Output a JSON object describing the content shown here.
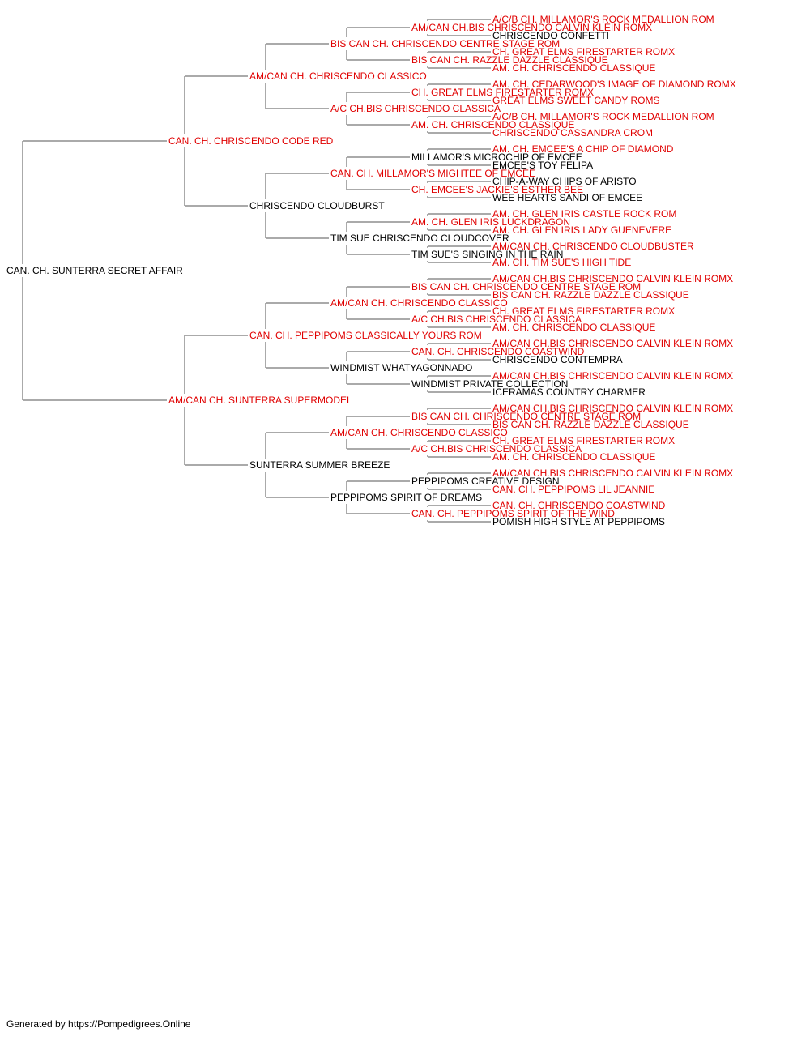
{
  "colors": {
    "titled": "#e00000",
    "untitled": "#000000",
    "line": "#555555"
  },
  "pedigree": {
    "name": "CAN. CH. SUNTERRA SECRET AFFAIR",
    "titled": false,
    "sire": {
      "name": "CAN. CH. CHRISCENDO CODE RED",
      "titled": true,
      "sire": {
        "name": "AM/CAN CH. CHRISCENDO CLASSICO",
        "titled": true,
        "sire": {
          "name": "BIS CAN CH. CHRISCENDO CENTRE STAGE ROM",
          "titled": true,
          "sire": {
            "name": "AM/CAN CH.BIS CHRISCENDO CALVIN KLEIN ROMX",
            "titled": true,
            "sire": {
              "name": "A/C/B CH. MILLAMOR'S ROCK MEDALLION ROM",
              "titled": true
            },
            "dam": {
              "name": "CHRISCENDO CONFETTI",
              "titled": false
            }
          },
          "dam": {
            "name": "BIS CAN CH. RAZZLE DAZZLE CLASSIQUE",
            "titled": true,
            "sire": {
              "name": "CH. GREAT ELMS FIRESTARTER ROMX",
              "titled": true
            },
            "dam": {
              "name": "AM. CH. CHRISCENDO CLASSIQUE",
              "titled": true
            }
          }
        },
        "dam": {
          "name": "A/C CH.BIS CHRISCENDO CLASSICA",
          "titled": true,
          "sire": {
            "name": "CH. GREAT ELMS FIRESTARTER ROMX",
            "titled": true,
            "sire": {
              "name": "AM. CH. CEDARWOOD'S IMAGE OF DIAMOND ROMX",
              "titled": true
            },
            "dam": {
              "name": "GREAT ELMS SWEET CANDY ROMS",
              "titled": true
            }
          },
          "dam": {
            "name": "AM. CH. CHRISCENDO CLASSIQUE",
            "titled": true,
            "sire": {
              "name": "A/C/B CH. MILLAMOR'S ROCK MEDALLION ROM",
              "titled": true
            },
            "dam": {
              "name": "CHRISCENDO CASSANDRA CROM",
              "titled": true
            }
          }
        }
      },
      "dam": {
        "name": "CHRISCENDO CLOUDBURST",
        "titled": false,
        "sire": {
          "name": "CAN. CH. MILLAMOR'S MIGHTEE OF EMCEE",
          "titled": true,
          "sire": {
            "name": "MILLAMOR'S MICROCHIP OF EMCEE",
            "titled": false,
            "sire": {
              "name": "AM. CH. EMCEE'S A CHIP OF DIAMOND",
              "titled": true
            },
            "dam": {
              "name": "EMCEE'S TOY FELIPA",
              "titled": false
            }
          },
          "dam": {
            "name": "CH. EMCEE'S JACKIE'S ESTHER BEE",
            "titled": true,
            "sire": {
              "name": "CHIP-A-WAY CHIPS OF ARISTO",
              "titled": false
            },
            "dam": {
              "name": "WEE HEARTS SANDI OF EMCEE",
              "titled": false
            }
          }
        },
        "dam": {
          "name": "TIM SUE CHRISCENDO CLOUDCOVER",
          "titled": false,
          "sire": {
            "name": "AM. CH. GLEN IRIS LUCKDRAGON",
            "titled": true,
            "sire": {
              "name": "AM. CH. GLEN IRIS CASTLE ROCK ROM",
              "titled": true
            },
            "dam": {
              "name": "AM. CH. GLEN IRIS LADY GUENEVERE",
              "titled": true
            }
          },
          "dam": {
            "name": "TIM SUE'S SINGING IN THE RAIN",
            "titled": false,
            "sire": {
              "name": "AM/CAN CH. CHRISCENDO CLOUDBUSTER",
              "titled": true
            },
            "dam": {
              "name": "AM. CH. TIM SUE'S HIGH TIDE",
              "titled": true
            }
          }
        }
      }
    },
    "dam": {
      "name": "AM/CAN CH. SUNTERRA SUPERMODEL",
      "titled": true,
      "sire": {
        "name": "CAN. CH. PEPPIPOMS CLASSICALLY YOURS ROM",
        "titled": true,
        "sire": {
          "name": "AM/CAN CH. CHRISCENDO CLASSICO",
          "titled": true,
          "sire": {
            "name": "BIS CAN CH. CHRISCENDO CENTRE STAGE ROM",
            "titled": true,
            "sire": {
              "name": "AM/CAN CH.BIS CHRISCENDO CALVIN KLEIN ROMX",
              "titled": true
            },
            "dam": {
              "name": "BIS CAN CH. RAZZLE DAZZLE CLASSIQUE",
              "titled": true
            }
          },
          "dam": {
            "name": "A/C CH.BIS CHRISCENDO CLASSICA",
            "titled": true,
            "sire": {
              "name": "CH. GREAT ELMS FIRESTARTER ROMX",
              "titled": true
            },
            "dam": {
              "name": "AM. CH. CHRISCENDO CLASSIQUE",
              "titled": true
            }
          }
        },
        "dam": {
          "name": "WINDMIST WHATYAGONNADO",
          "titled": false,
          "sire": {
            "name": "CAN. CH. CHRISCENDO COASTWIND",
            "titled": true,
            "sire": {
              "name": "AM/CAN CH.BIS CHRISCENDO CALVIN KLEIN ROMX",
              "titled": true
            },
            "dam": {
              "name": "CHRISCENDO CONTEMPRA",
              "titled": false
            }
          },
          "dam": {
            "name": "WINDMIST PRIVATE COLLECTION",
            "titled": false,
            "sire": {
              "name": "AM/CAN CH.BIS CHRISCENDO CALVIN KLEIN ROMX",
              "titled": true
            },
            "dam": {
              "name": "ICERAMAS COUNTRY CHARMER",
              "titled": false
            }
          }
        }
      },
      "dam": {
        "name": "SUNTERRA SUMMER BREEZE",
        "titled": false,
        "sire": {
          "name": "AM/CAN CH. CHRISCENDO CLASSICO",
          "titled": true,
          "sire": {
            "name": "BIS CAN CH. CHRISCENDO CENTRE STAGE ROM",
            "titled": true,
            "sire": {
              "name": "AM/CAN CH.BIS CHRISCENDO CALVIN KLEIN ROMX",
              "titled": true
            },
            "dam": {
              "name": "BIS CAN CH. RAZZLE DAZZLE CLASSIQUE",
              "titled": true
            }
          },
          "dam": {
            "name": "A/C CH.BIS CHRISCENDO CLASSICA",
            "titled": true,
            "sire": {
              "name": "CH. GREAT ELMS FIRESTARTER ROMX",
              "titled": true
            },
            "dam": {
              "name": "AM. CH. CHRISCENDO CLASSIQUE",
              "titled": true
            }
          }
        },
        "dam": {
          "name": "PEPPIPOMS SPIRIT OF DREAMS",
          "titled": false,
          "sire": {
            "name": "PEPPIPOMS CREATIVE DESIGN",
            "titled": false,
            "sire": {
              "name": "AM/CAN CH.BIS CHRISCENDO CALVIN KLEIN ROMX",
              "titled": true
            },
            "dam": {
              "name": "CAN. CH. PEPPIPOMS LIL JEANNIE",
              "titled": true
            }
          },
          "dam": {
            "name": "CAN. CH. PEPPIPOMS SPIRIT OF THE WIND",
            "titled": true,
            "sire": {
              "name": "CAN. CH. CHRISCENDO COASTWIND",
              "titled": true
            },
            "dam": {
              "name": "POMISH HIGH STYLE AT PEPPIPOMS",
              "titled": false
            }
          }
        }
      }
    }
  },
  "footer": {
    "text": "Generated by https://Pompedigrees.Online"
  }
}
